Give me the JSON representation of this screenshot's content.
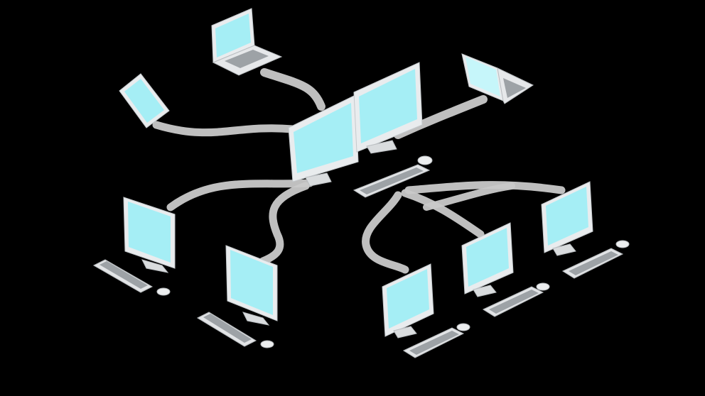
{
  "diagram": {
    "kind": "network topology illustration",
    "background_color": "#000000",
    "link_color": "#c9c9c9",
    "screen_color": "#a5eef5",
    "device_color": "#e9ecee"
  },
  "nodes": [
    {
      "id": "central-dual-monitor-server",
      "type": "dual-monitor"
    },
    {
      "id": "laptop-top",
      "type": "laptop"
    },
    {
      "id": "tablet-left",
      "type": "tablet"
    },
    {
      "id": "laptop-right",
      "type": "laptop"
    },
    {
      "id": "monitor-left-upper",
      "type": "monitor"
    },
    {
      "id": "monitor-left-lower",
      "type": "monitor"
    },
    {
      "id": "switch-keyboard-hub",
      "type": "keyboard"
    },
    {
      "id": "monitor-right-bottom",
      "type": "monitor"
    },
    {
      "id": "monitor-right-middle",
      "type": "monitor"
    },
    {
      "id": "monitor-right-top",
      "type": "monitor"
    }
  ]
}
